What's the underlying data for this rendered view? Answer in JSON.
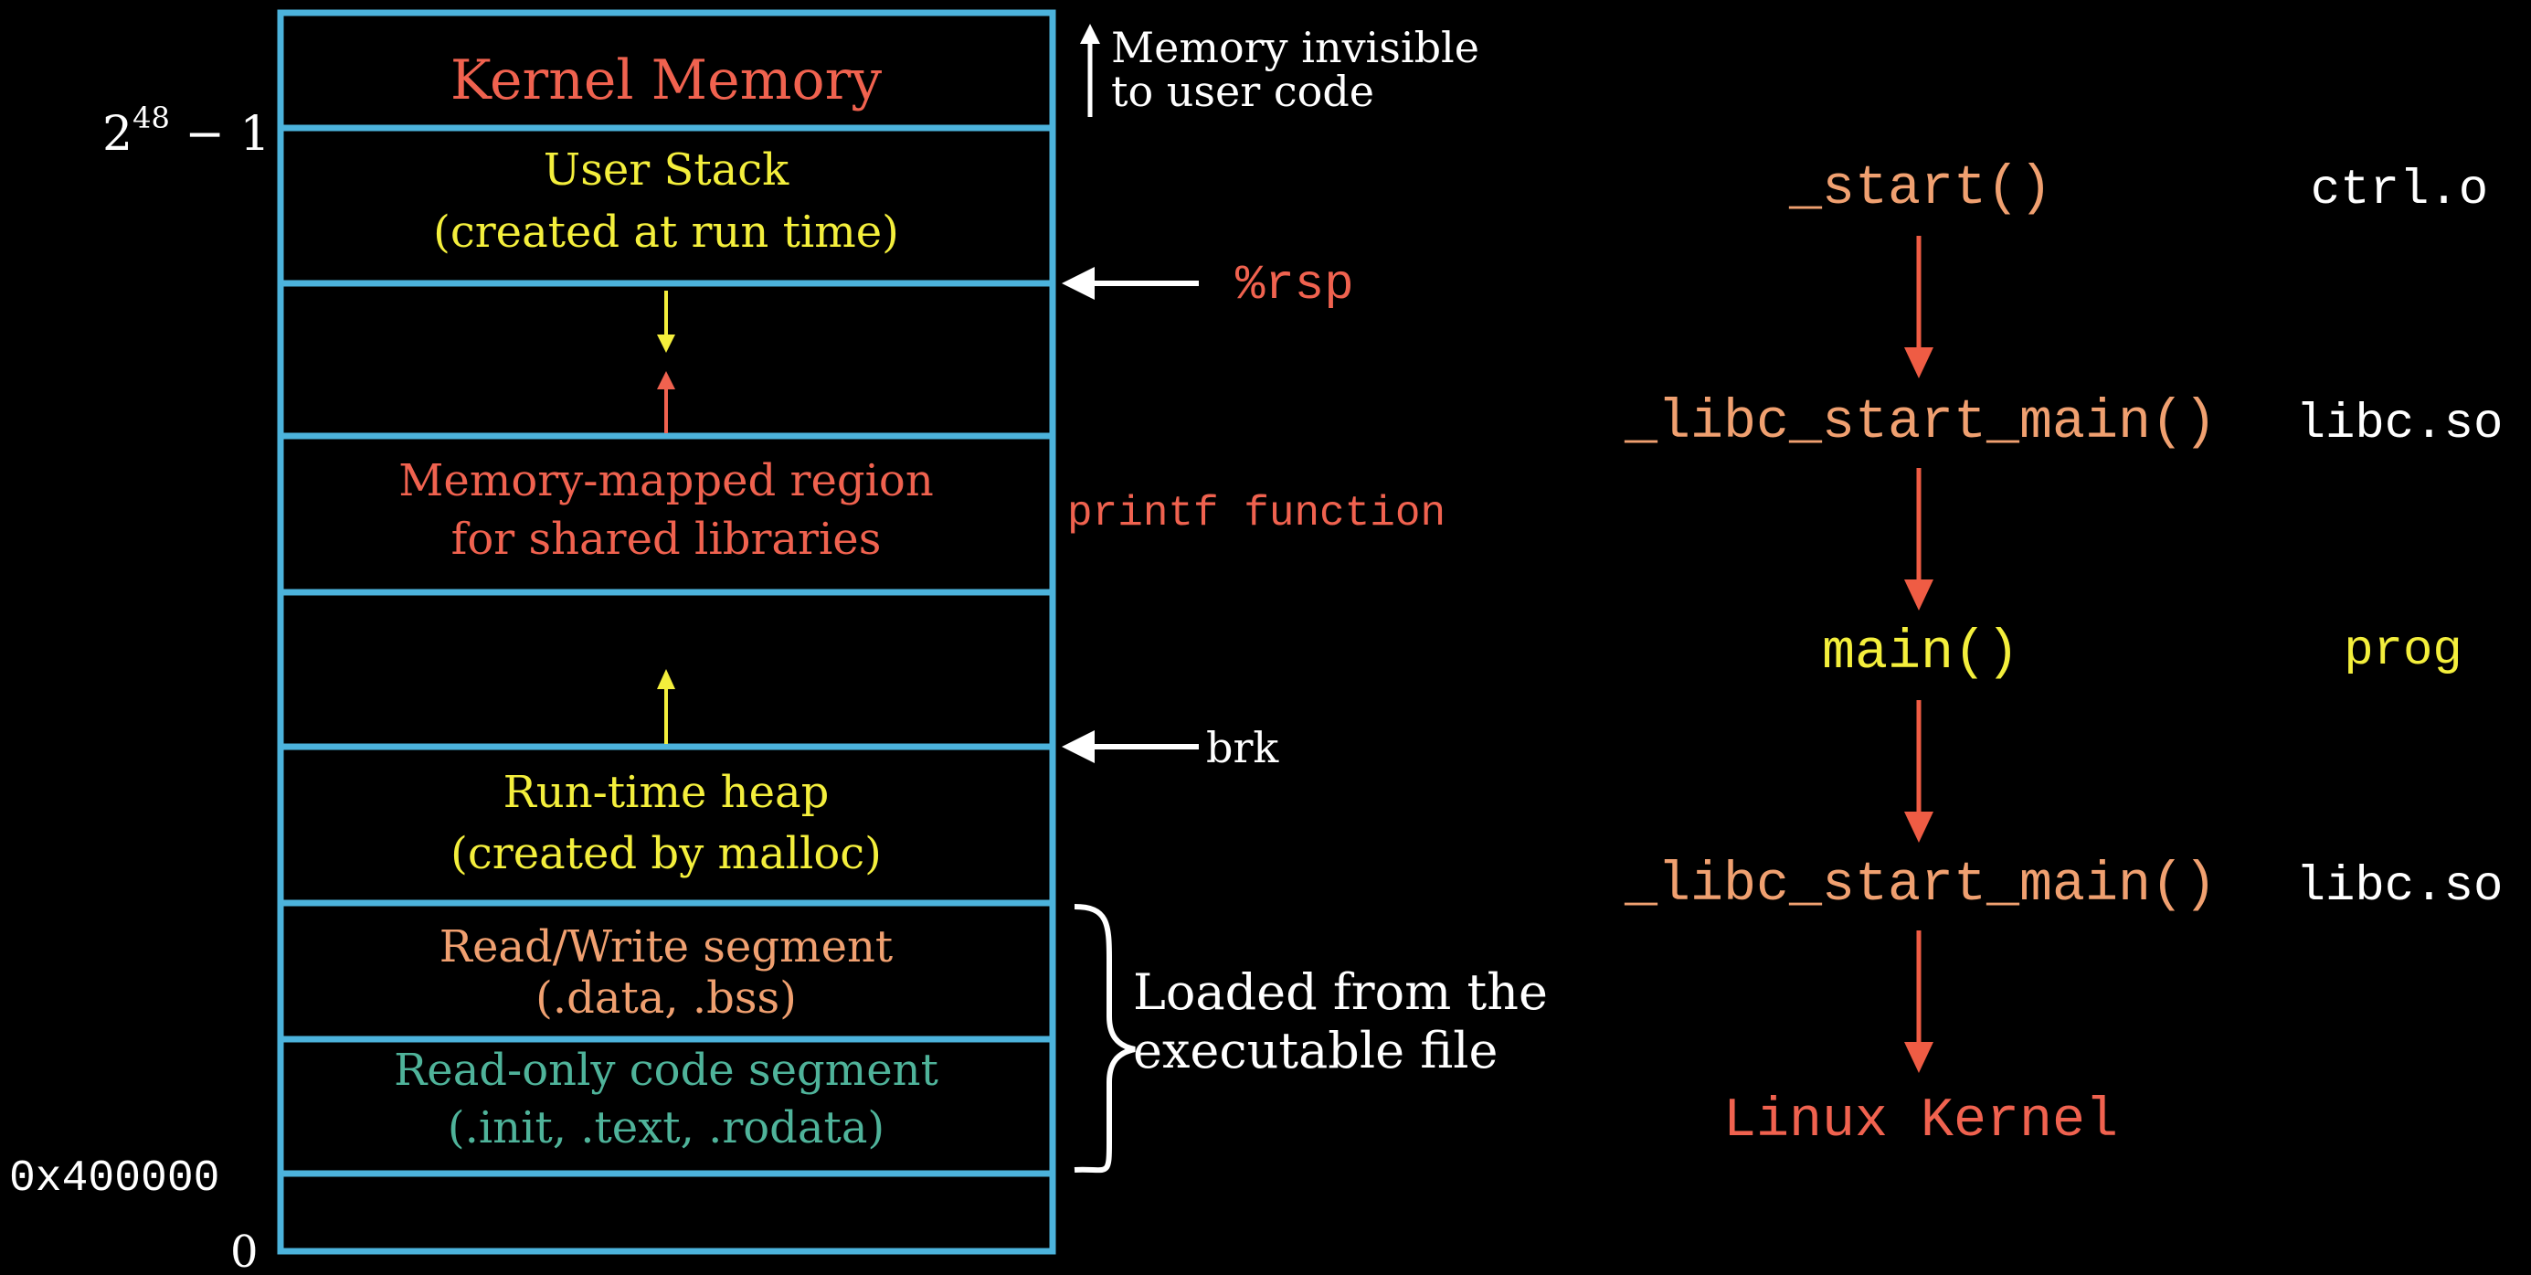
{
  "colors": {
    "background": "#000000",
    "box_border": "#4cb3dc",
    "red": "#f0624f",
    "yellow": "#f4ef3c",
    "orange": "#f0a070",
    "teal": "#4fb39a",
    "white": "#ffffff",
    "flow_arrow": "#ef5c44"
  },
  "memory_layout": {
    "addresses": {
      "top_base": "2",
      "top_exp": "48",
      "top_suffix": " − 1",
      "code_start": "0x400000",
      "zero": "0"
    },
    "segments": {
      "kernel": {
        "label": "Kernel Memory"
      },
      "user_stack": {
        "line1": "User Stack",
        "line2": "(created at run time)"
      },
      "mmap": {
        "line1": "Memory-mapped region",
        "line2": "for shared libraries"
      },
      "heap": {
        "line1": "Run-time heap",
        "line2": "(created by malloc)"
      },
      "rw": {
        "line1": "Read/Write segment",
        "line2": "(.data, .bss)"
      },
      "ro": {
        "line1": "Read-only code segment",
        "line2": "(.init, .text, .rodata)"
      }
    },
    "annotations": {
      "invisible_line1": "Memory invisible",
      "invisible_line2": "to user code",
      "rsp": "%rsp",
      "printf": "printf function",
      "brk": "brk",
      "loaded_line1": "Loaded from the",
      "loaded_line2": "executable file"
    }
  },
  "call_chain": {
    "steps": [
      {
        "function": "_start()",
        "module": "ctrl.o"
      },
      {
        "function": "_libc_start_main()",
        "module": "libc.so"
      },
      {
        "function": "main()",
        "module": "prog"
      },
      {
        "function": "_libc_start_main()",
        "module": "libc.so"
      }
    ],
    "end": "Linux Kernel"
  }
}
